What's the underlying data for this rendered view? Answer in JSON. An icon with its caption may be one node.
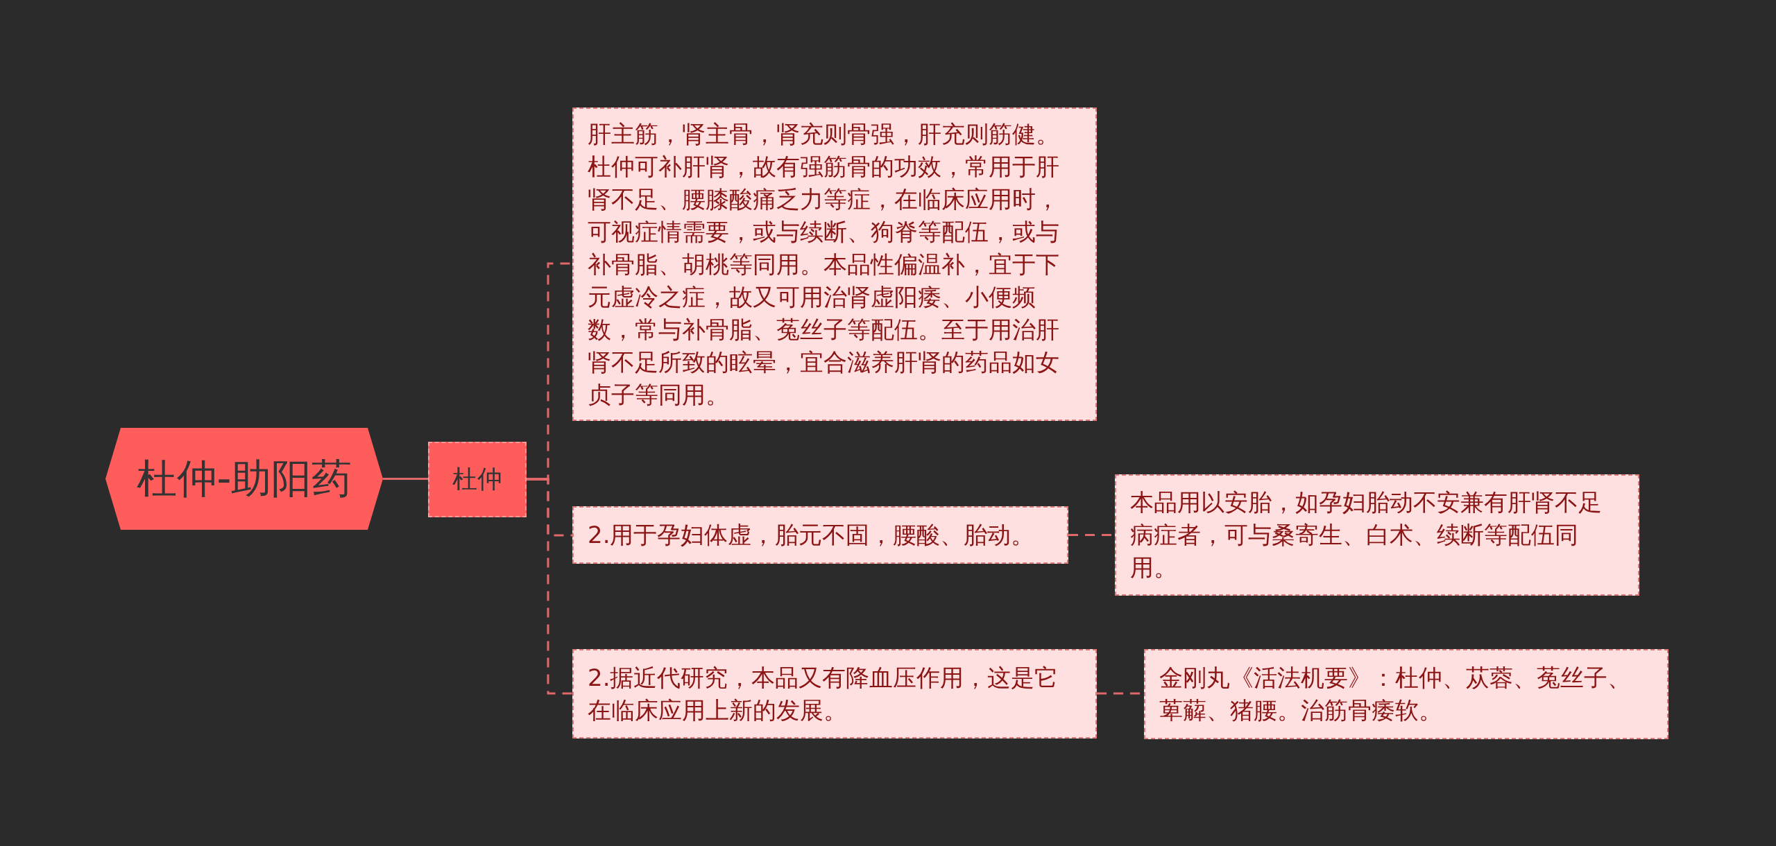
{
  "diagram": {
    "nodes": [
      {
        "text": [
          "杜仲-助阳药"
        ]
      },
      {
        "text": [
          "杜仲"
        ]
      },
      {
        "text": [
          "肝主筋，肾主骨，肾充则骨强，肝充则筋健。杜仲可补肝肾，故有强筋骨的功效，常用于肝肾不足、腰膝酸痛乏力等症，在临床应用时，可视症情需要，或与续断、狗脊等配伍，或与补骨脂、胡桃等同用。本品性偏温补，宜于下元虚冷之症，故又可用治肾虚阳痿、小便频数，常与补骨脂、菟丝子等配伍。至于用治肝肾不足所致的眩晕，宜合滋养肝肾的药品如女贞子等同用。"
        ]
      },
      {
        "text": [
          "2.用于孕妇体虚，胎元不固，腰酸、胎动。"
        ]
      },
      {
        "text": [
          "2.据近代研究，本品又有降血压作用，这是它在临床应用上新的发展。"
        ]
      },
      {
        "text": [
          "本品用以安胎，如孕妇胎动不安兼有肝肾不足病症者，可与桑寄生、白术、续断等配伍同用。"
        ]
      },
      {
        "text": [
          "金刚丸《活法机要》：杜仲、苁蓉、菟丝子、萆薢、猪腰。治筋骨痿软。"
        ]
      }
    ],
    "edges": [
      {
        "from": 0,
        "to": 1,
        "arrow": "none"
      },
      {
        "from": 1,
        "to": 2,
        "arrow": "none",
        "style": "dashed"
      },
      {
        "from": 1,
        "to": 3,
        "arrow": "none",
        "style": "dashed"
      },
      {
        "from": 1,
        "to": 4,
        "arrow": "none",
        "style": "dashed"
      },
      {
        "from": 3,
        "to": 5,
        "arrow": "none",
        "style": "dashed"
      },
      {
        "from": 4,
        "to": 6,
        "arrow": "none",
        "style": "dashed"
      }
    ]
  }
}
